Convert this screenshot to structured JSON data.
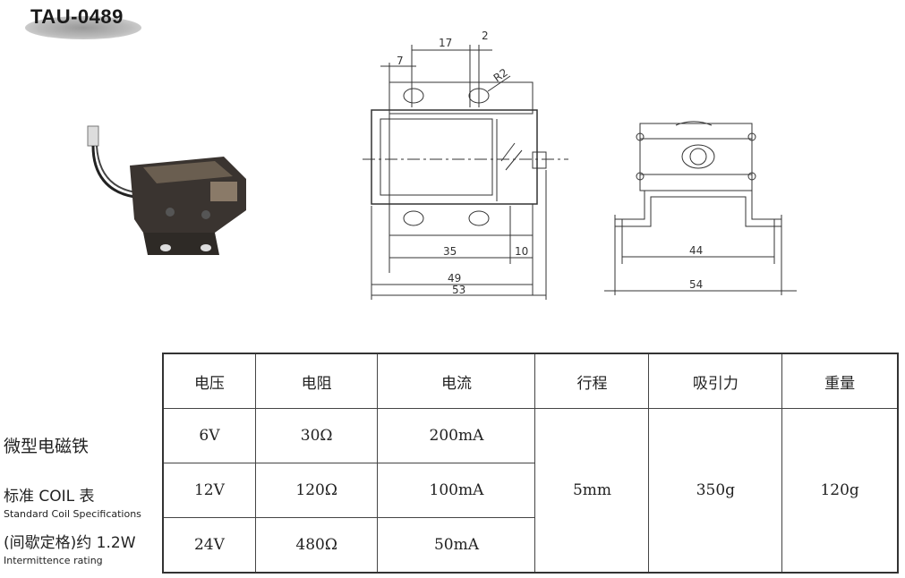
{
  "title": "TAU-0489",
  "left_text": {
    "product_name": "微型电磁铁",
    "coil_table_cn": "标准 COIL 表",
    "coil_table_en": "Standard Coil Specifications",
    "rating_cn": "(间歇定格)约 1.2W",
    "rating_en": "Intermittence rating"
  },
  "drawing": {
    "dims_front": [
      "7",
      "17",
      "2",
      "R2",
      "35",
      "10",
      "49",
      "53"
    ],
    "dims_side": [
      "44",
      "54"
    ]
  },
  "table": {
    "headers": [
      "电压",
      "电阻",
      "电流",
      "行程",
      "吸引力",
      "重量"
    ],
    "rows": [
      {
        "voltage": "6V",
        "resistance": "30Ω",
        "current": "200mA"
      },
      {
        "voltage": "12V",
        "resistance": "120Ω",
        "current": "100mA"
      },
      {
        "voltage": "24V",
        "resistance": "480Ω",
        "current": "50mA"
      }
    ],
    "stroke": "5mm",
    "force": "350g",
    "weight": "120g"
  }
}
